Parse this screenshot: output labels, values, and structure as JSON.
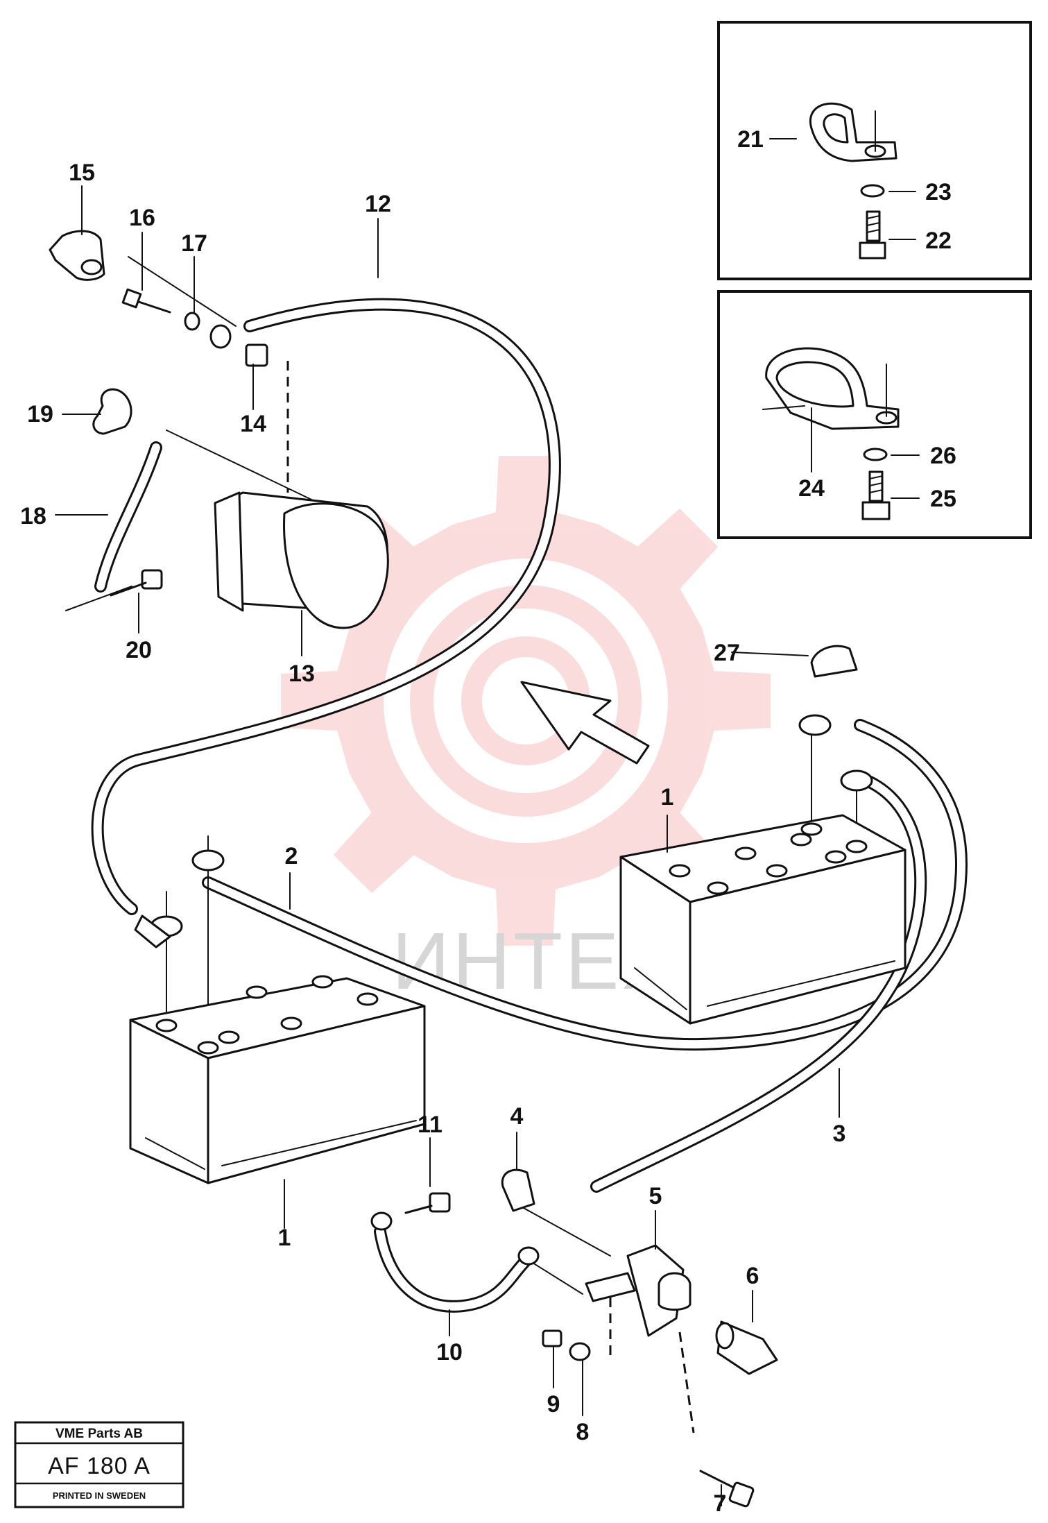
{
  "callouts": [
    {
      "id": "1a",
      "text": "1"
    },
    {
      "id": "1b",
      "text": "1"
    },
    {
      "id": "2",
      "text": "2"
    },
    {
      "id": "3",
      "text": "3"
    },
    {
      "id": "4",
      "text": "4"
    },
    {
      "id": "5",
      "text": "5"
    },
    {
      "id": "6",
      "text": "6"
    },
    {
      "id": "7",
      "text": "7"
    },
    {
      "id": "8",
      "text": "8"
    },
    {
      "id": "9",
      "text": "9"
    },
    {
      "id": "10",
      "text": "10"
    },
    {
      "id": "11",
      "text": "11"
    },
    {
      "id": "12",
      "text": "12"
    },
    {
      "id": "13",
      "text": "13"
    },
    {
      "id": "14",
      "text": "14"
    },
    {
      "id": "15",
      "text": "15"
    },
    {
      "id": "16",
      "text": "16"
    },
    {
      "id": "17",
      "text": "17"
    },
    {
      "id": "18",
      "text": "18"
    },
    {
      "id": "19",
      "text": "19"
    },
    {
      "id": "20",
      "text": "20"
    },
    {
      "id": "21",
      "text": "21"
    },
    {
      "id": "22",
      "text": "22"
    },
    {
      "id": "23",
      "text": "23"
    },
    {
      "id": "24",
      "text": "24"
    },
    {
      "id": "25",
      "text": "25"
    },
    {
      "id": "26",
      "text": "26"
    },
    {
      "id": "27",
      "text": "27"
    }
  ],
  "stamp": {
    "company": "VME Parts AB",
    "code": "AF 180 A",
    "printed": "PRINTED IN SWEDEN"
  },
  "watermark": {
    "text": "ИНТЕХ",
    "color": "#f4a6a6"
  },
  "colors": {
    "line": "#111111",
    "background": "#ffffff"
  }
}
